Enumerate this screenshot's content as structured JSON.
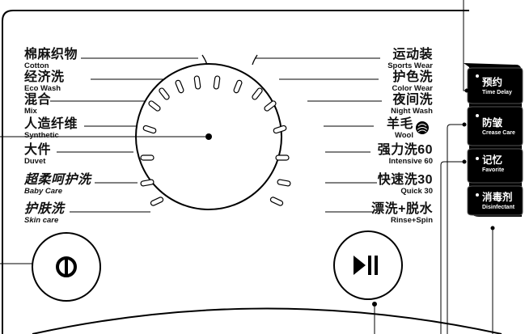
{
  "programs_left": [
    {
      "cn": "棉麻织物",
      "en": "Cotton"
    },
    {
      "cn": "经济洗",
      "en": "Eco Wash"
    },
    {
      "cn": "混合",
      "en": "Mix"
    },
    {
      "cn": "人造纤维",
      "en": "Synthetic"
    },
    {
      "cn": "大件",
      "en": "Duvet"
    },
    {
      "cn": "超柔呵护洗",
      "en": "Baby Care"
    },
    {
      "cn": "护肤洗",
      "en": "Skin care"
    }
  ],
  "programs_right": [
    {
      "cn": "运动装",
      "en": "Sports Wear"
    },
    {
      "cn": "护色洗",
      "en": "Color Wear"
    },
    {
      "cn": "夜间洗",
      "en": "Night Wash"
    },
    {
      "cn": "羊毛",
      "en": "Wool"
    },
    {
      "cn": "强力洗60",
      "en": "Intensive 60"
    },
    {
      "cn": "快速洗30",
      "en": "Quick 30"
    },
    {
      "cn": "漂洗+脱水",
      "en": "Rinse+Spin"
    }
  ],
  "side_buttons": [
    {
      "cn": "预约",
      "en": "Time Delay"
    },
    {
      "cn": "防皱",
      "en": "Crease Care"
    },
    {
      "cn": "记忆",
      "en": "Favorite"
    },
    {
      "cn": "消毒剂",
      "en": "Disinfectant"
    }
  ],
  "icons": {
    "power": "power-icon",
    "start_pause": "play-pause-icon",
    "wool": "wool-ball-icon"
  }
}
